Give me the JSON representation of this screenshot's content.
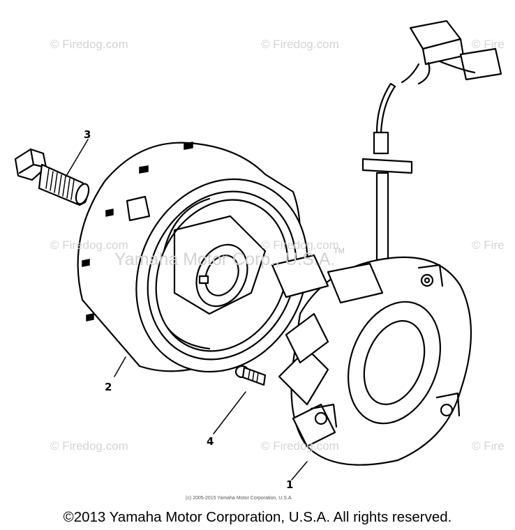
{
  "watermarks": [
    "© Firedog.com",
    "© Firedog.com",
    "© Fire",
    "© Firedog.com",
    "© Firedog.com",
    "© Fire",
    "© Firedog.com",
    "© Firedog.com",
    "© Fire"
  ],
  "center_watermark": "Yamaha Motor Corp., U.S.A.",
  "trademark": "TM",
  "callouts": {
    "c1": "1",
    "c2": "2",
    "c3": "3",
    "c4": "4"
  },
  "small_copyright": "(c) 2005-2015 Yamaha Motor Corporation, U.S.A.",
  "footer_copyright": "©2013 Yamaha Motor Corporation, U.S.A. All rights reserved."
}
